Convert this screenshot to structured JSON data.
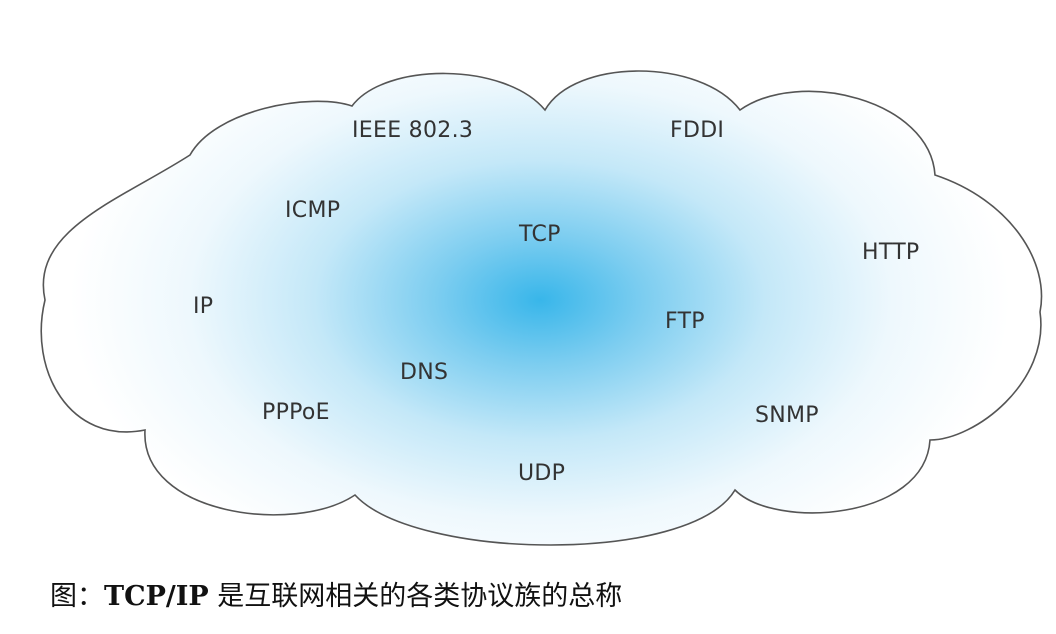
{
  "diagram": {
    "protocols": [
      {
        "id": "ieee8023",
        "label": "IEEE 802.3"
      },
      {
        "id": "fddi",
        "label": "FDDI"
      },
      {
        "id": "icmp",
        "label": "ICMP"
      },
      {
        "id": "tcp",
        "label": "TCP"
      },
      {
        "id": "http",
        "label": "HTTP"
      },
      {
        "id": "ip",
        "label": "IP"
      },
      {
        "id": "ftp",
        "label": "FTP"
      },
      {
        "id": "dns",
        "label": "DNS"
      },
      {
        "id": "pppoe",
        "label": "PPPoE"
      },
      {
        "id": "snmp",
        "label": "SNMP"
      },
      {
        "id": "udp",
        "label": "UDP"
      }
    ],
    "colors": {
      "cloud_center": "#38b6ea",
      "cloud_edge": "#ffffff",
      "outline": "#555555",
      "text": "#333333"
    }
  },
  "caption": {
    "prefix": "图：",
    "bold": "TCP/IP",
    "rest": " 是互联网相关的各类协议族的总称"
  }
}
